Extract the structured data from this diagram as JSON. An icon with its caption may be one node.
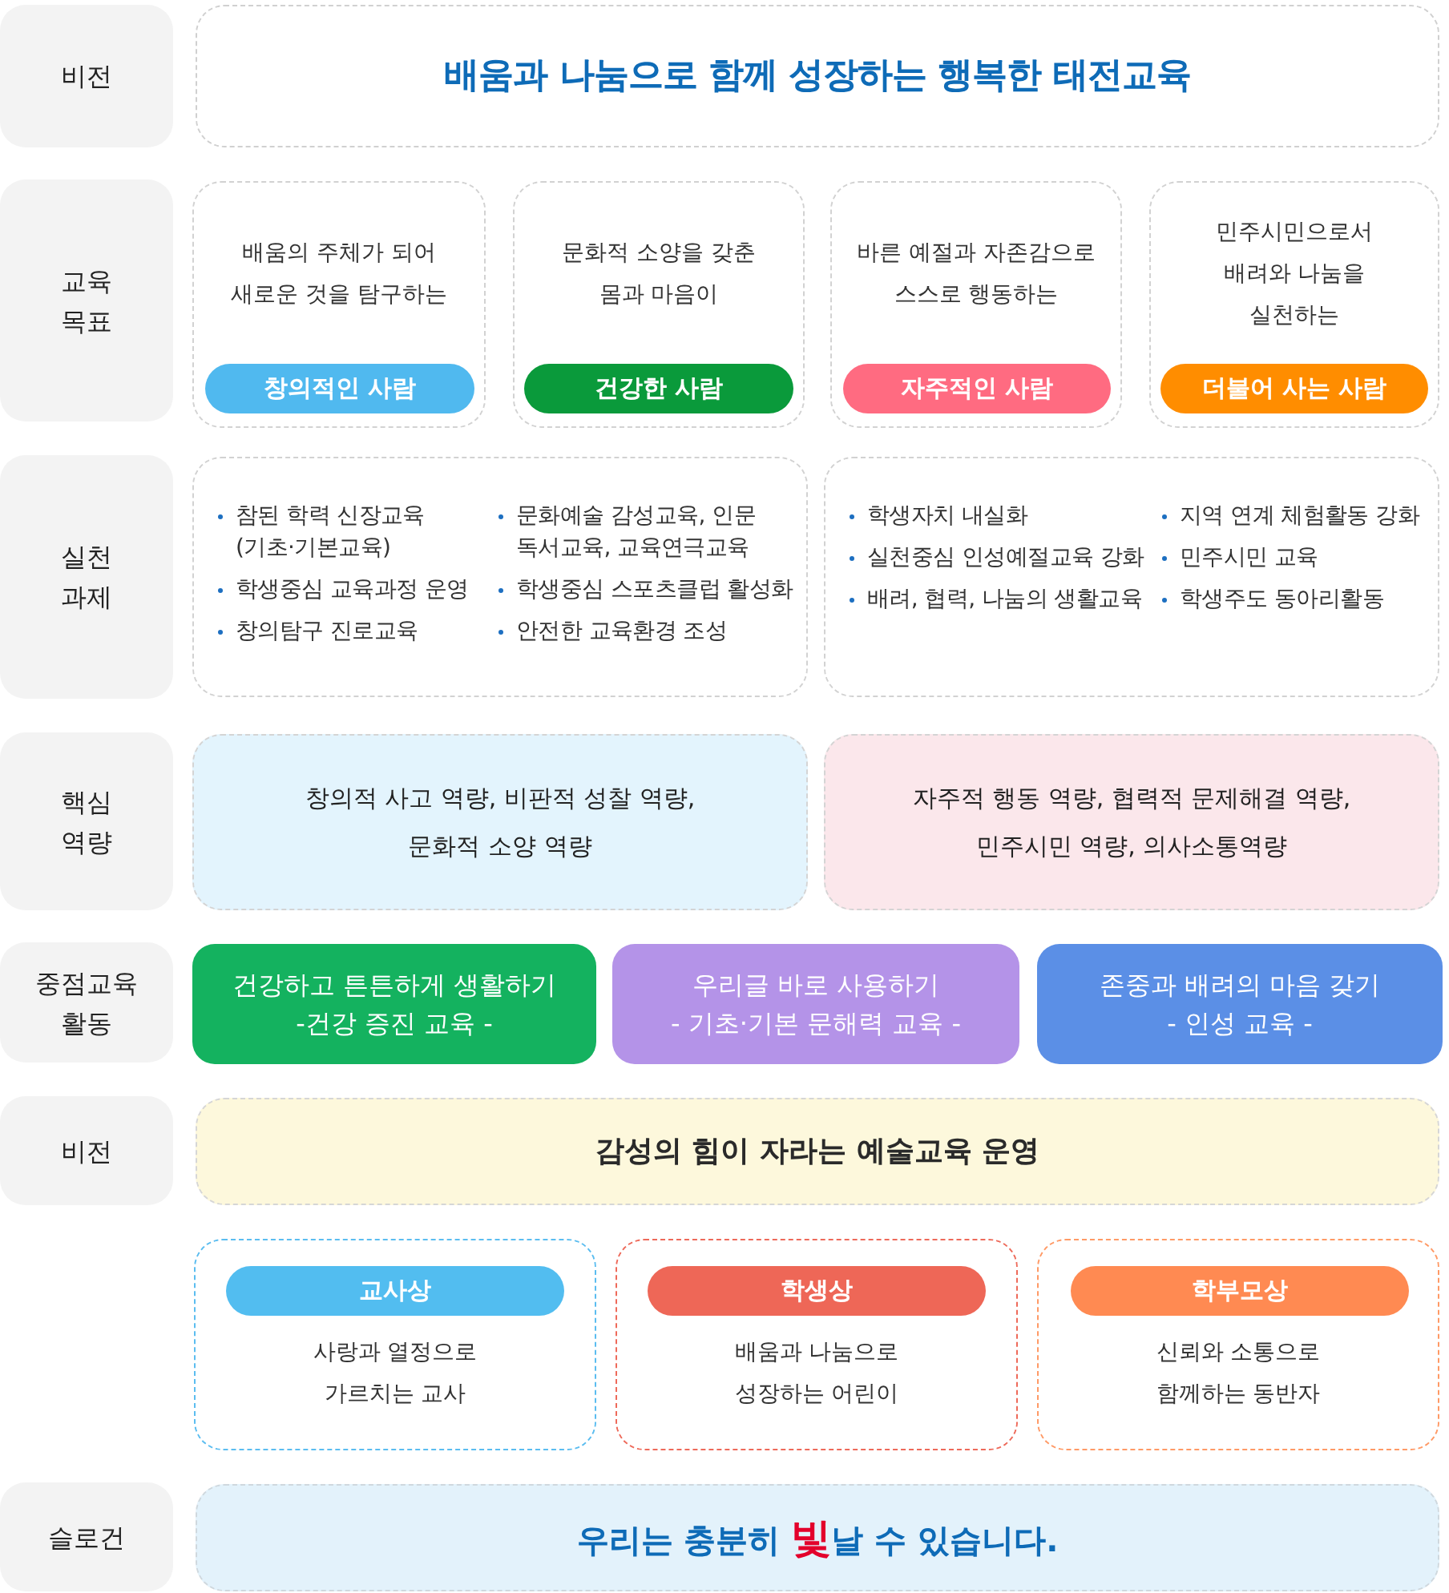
{
  "diagram": {
    "nodes": [
      {
        "text": [
          "비전"
        ]
      },
      {
        "text": [
          "배움과 나눔으로 함께 성장하는 행복한 태전교육"
        ]
      },
      {
        "text": [
          "교육 목표"
        ]
      },
      {
        "text": [
          "배움의 주체가 되어 새로운 것을 탐구하는"
        ]
      },
      {
        "text": [
          "창의적인 사람"
        ],
        "in": 3
      },
      {
        "text": [
          "문화적 소양을 갖춘 몸과 마음이"
        ]
      },
      {
        "text": [
          "건강한 사람"
        ],
        "in": 5
      },
      {
        "text": [
          "바른 예절과 자존감으로 스스로 행동하는"
        ]
      },
      {
        "text": [
          "자주적인 사람"
        ],
        "in": 7
      },
      {
        "text": [
          "민주시민으로서 배려와 나눔을 실천하는"
        ]
      },
      {
        "text": [
          "더불어 사는 사람"
        ],
        "in": 9
      },
      {
        "text": [
          "실천 과제"
        ]
      },
      {
        "text": [
          "참된 학력 신장교육 (기초·기본교육)",
          "학생중심 교육과정 운영",
          "창의탐구 진로교육",
          "문화예술 감성교육, 인문 독서교육, 교육연극교육",
          "학생중심 스포츠클럽 활성화",
          "안전한 교육환경 조성"
        ]
      },
      {
        "text": [
          "학생자치 내실화",
          "실천중심 인성예절교육 강화",
          "배려, 협력, 나눔의 생활교육",
          "지역 연계 체험활동 강화",
          "민주시민 교육",
          "학생주도 동아리활동"
        ]
      },
      {
        "text": [
          "핵심 역량"
        ]
      },
      {
        "text": [
          "창의적 사고 역량, 비판적 성찰 역량, 문화적 소양 역량"
        ]
      },
      {
        "text": [
          "자주적 행동 역량, 협력적 문제해결 역량, 민주시민 역량, 의사소통역량"
        ]
      },
      {
        "text": [
          "중점교육 활동"
        ]
      },
      {
        "text": [
          "건강하고 튼튼하게 생활하기",
          "-건강 증진 교육 -"
        ]
      },
      {
        "text": [
          "우리글 바로 사용하기",
          "- 기초·기본 문해력 교육 -"
        ]
      },
      {
        "text": [
          "존중과 배려의 마음 갖기",
          "- 인성 교육 -"
        ]
      },
      {
        "text": [
          "비전"
        ]
      },
      {
        "text": [
          "감성의 힘이 자라는 예술교육 운영"
        ]
      },
      {
        "text": [
          "사랑과 열정으로 가르치는 교사"
        ]
      },
      {
        "text": [
          "교사상"
        ],
        "in": 23
      },
      {
        "text": [
          "배움과 나눔으로 성장하는 어린이"
        ]
      },
      {
        "text": [
          "학생상"
        ],
        "in": 25
      },
      {
        "text": [
          "신뢰와 소통으로 함께하는 동반자"
        ]
      },
      {
        "text": [
          "학부모상"
        ],
        "in": 27
      },
      {
        "text": [
          "슬로건"
        ]
      },
      {
        "text": [
          "우리는 충분히 **빛**날 수 있습니다."
        ]
      }
    ]
  }
}
